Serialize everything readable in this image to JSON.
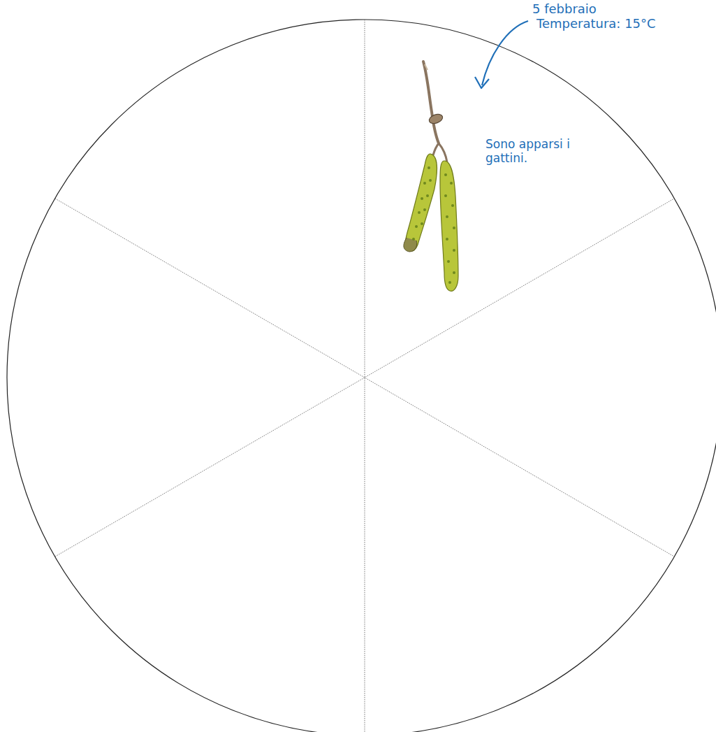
{
  "diagram": {
    "labels": [
      "5 febbraio",
      "Temperatura: 15°C",
      "Sono apparsi i gattini."
    ]
  }
}
